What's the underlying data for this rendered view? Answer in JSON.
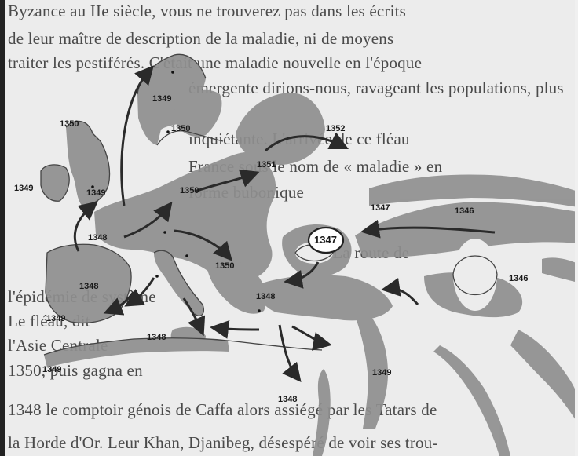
{
  "background_text": [
    "Byzance au IIe siècle, vous ne trouverez pas dans les écrits",
    "de leur maître de description de la maladie, ni de moyens",
    "traiter les pestiférés. C'était une maladie nouvelle en l'époque",
    "émergente dirions-nous, ravageant les populations, plus",
    "inquiétante. L'arrivée de ce fléau",
    "France sous le nom de « maladie » en",
    "forme bubonique",
    "-3 La route de",
    "l'épidémie de système",
    "Le fléau, dit",
    "l'Asie Centrale",
    "1350, puis gagna en",
    "1348 le comptoir génois de Caffa alors assiégé par les Tatars de",
    "la Horde d'Or. Leur Khan, Djanibeg, désespéré de voir ses trou-"
  ],
  "map": {
    "year_labels": [
      {
        "id": "norway",
        "text": "1349"
      },
      {
        "id": "scotland",
        "text": "1350"
      },
      {
        "id": "sweden",
        "text": "1350"
      },
      {
        "id": "russia",
        "text": "1352"
      },
      {
        "id": "ireland",
        "text": "1349"
      },
      {
        "id": "england",
        "text": "1349"
      },
      {
        "id": "baltic",
        "text": "1351"
      },
      {
        "id": "germany",
        "text": "1350"
      },
      {
        "id": "france",
        "text": "1348"
      },
      {
        "id": "central",
        "text": "1350"
      },
      {
        "id": "caffa-east",
        "text": "1347"
      },
      {
        "id": "steppe",
        "text": "1346"
      },
      {
        "id": "caffa",
        "text": "1347"
      },
      {
        "id": "caspian",
        "text": "1346"
      },
      {
        "id": "iberia",
        "text": "1348"
      },
      {
        "id": "balkans",
        "text": "1348"
      },
      {
        "id": "spain",
        "text": "1349"
      },
      {
        "id": "italy",
        "text": "1348"
      },
      {
        "id": "africa-west",
        "text": "1349"
      },
      {
        "id": "levant",
        "text": "1349"
      },
      {
        "id": "egypt",
        "text": "1348"
      }
    ]
  }
}
